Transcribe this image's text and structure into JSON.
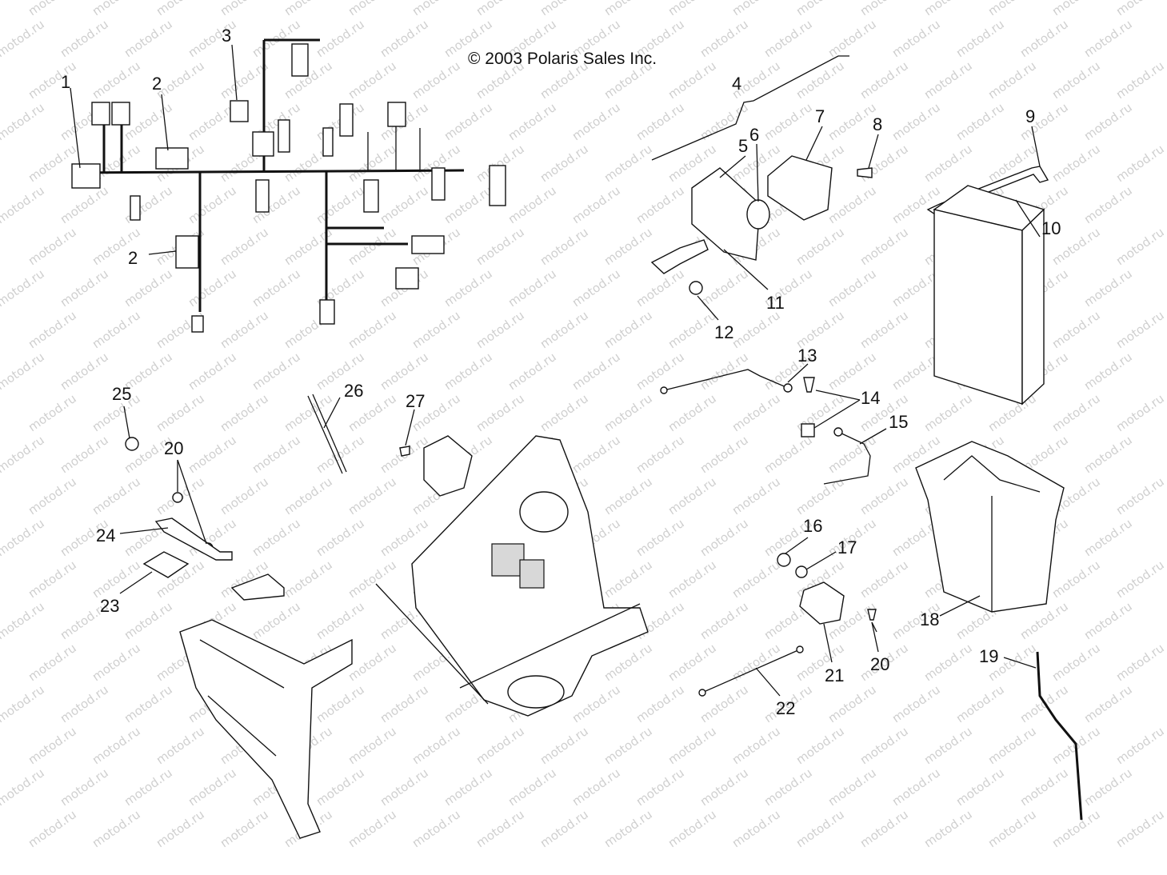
{
  "copyright": "© 2003 Polaris Sales Inc.",
  "watermark": "motod.ru",
  "callouts": {
    "c1": "1",
    "c2a": "2",
    "c2b": "2",
    "c3": "3",
    "c4": "4",
    "c5": "5",
    "c6": "6",
    "c7": "7",
    "c8": "8",
    "c9": "9",
    "c10": "10",
    "c11": "11",
    "c12": "12",
    "c13": "13",
    "c14": "14",
    "c15": "15",
    "c16": "16",
    "c17": "17",
    "c18": "18",
    "c19": "19",
    "c20a": "20",
    "c20b": "20",
    "c21": "21",
    "c22": "22",
    "c23": "23",
    "c24": "24",
    "c25": "25",
    "c26": "26",
    "c27": "27"
  }
}
